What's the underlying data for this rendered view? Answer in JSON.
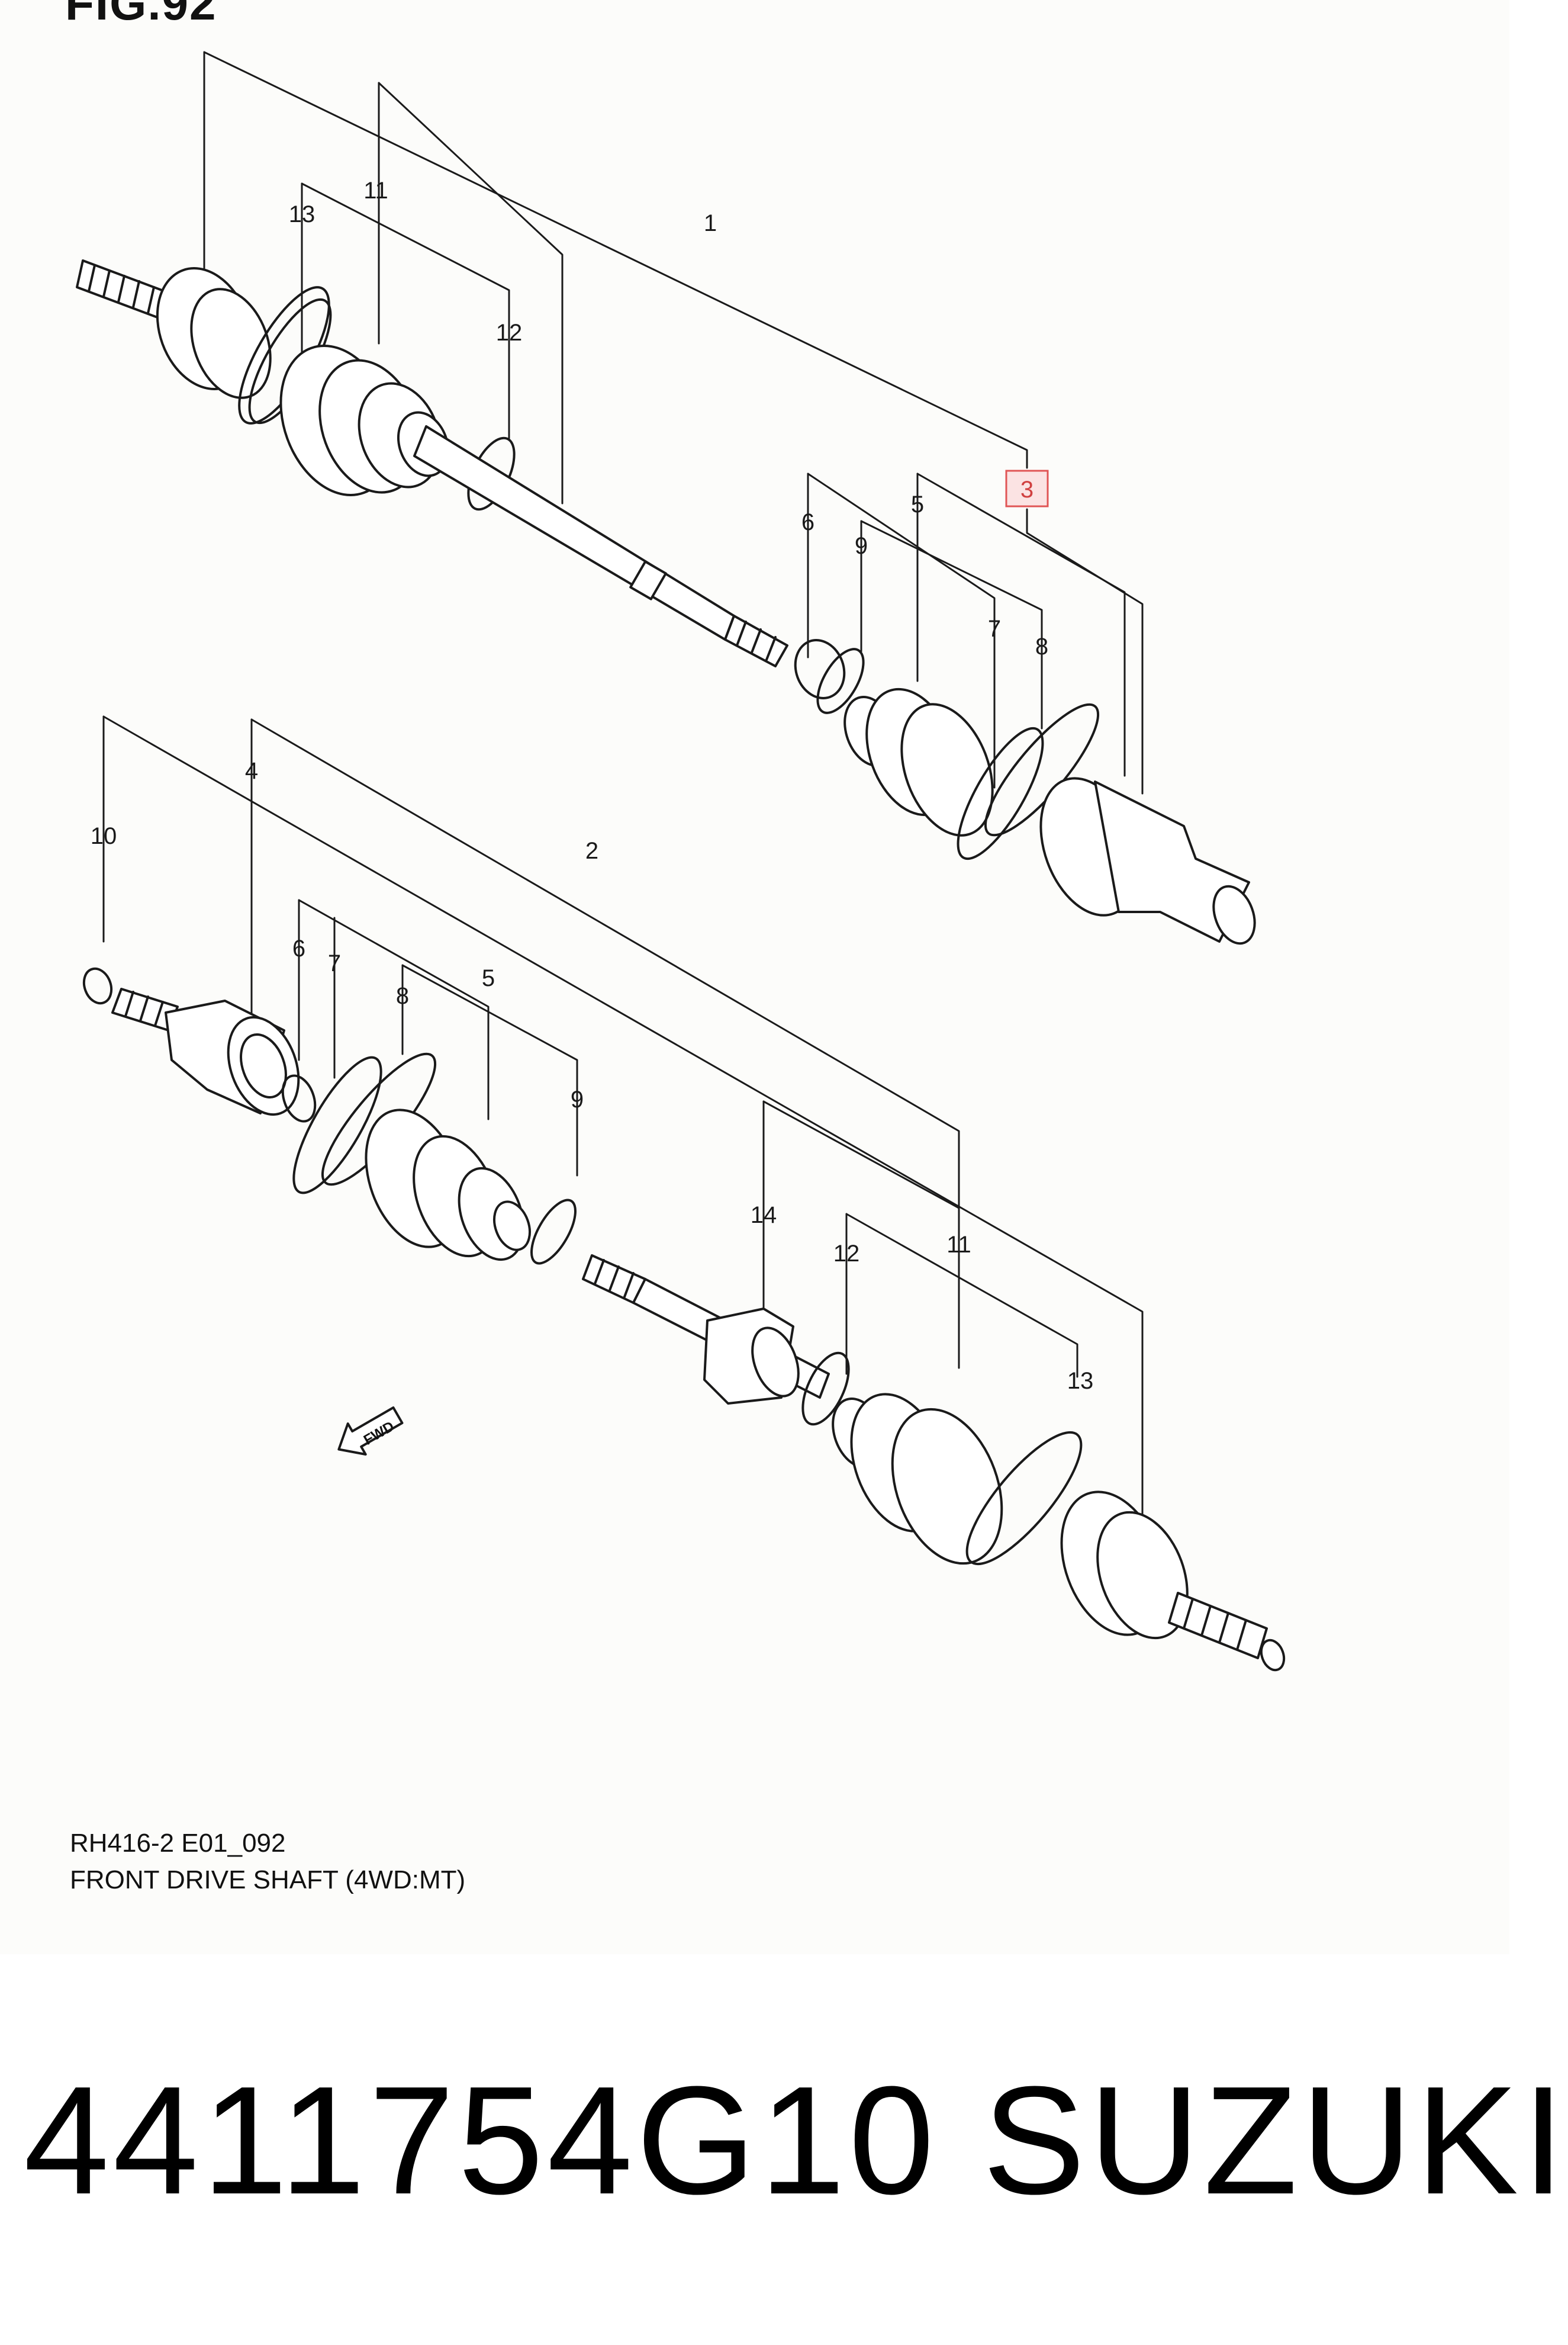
{
  "figure": {
    "title": "FIG.92",
    "code": "RH416-2 E01_092",
    "caption": "FRONT DRIVE SHAFT (4WD:MT)",
    "fwd_label": "FWD",
    "highlight_color": "#e05555"
  },
  "callouts": {
    "top": {
      "c1": "1",
      "c3": "3",
      "c5": "5",
      "c6": "6",
      "c7": "7",
      "c8": "8",
      "c9": "9",
      "c11": "11",
      "c12": "12",
      "c13": "13"
    },
    "bottom": {
      "c2": "2",
      "c4": "4",
      "c5": "5",
      "c6": "6",
      "c7": "7",
      "c8": "8",
      "c9": "9",
      "c10": "10",
      "c11": "11",
      "c12": "12",
      "c13": "13",
      "c14": "14"
    }
  },
  "product": {
    "part_number": "4411754G10",
    "brand": "SUZUKI"
  }
}
